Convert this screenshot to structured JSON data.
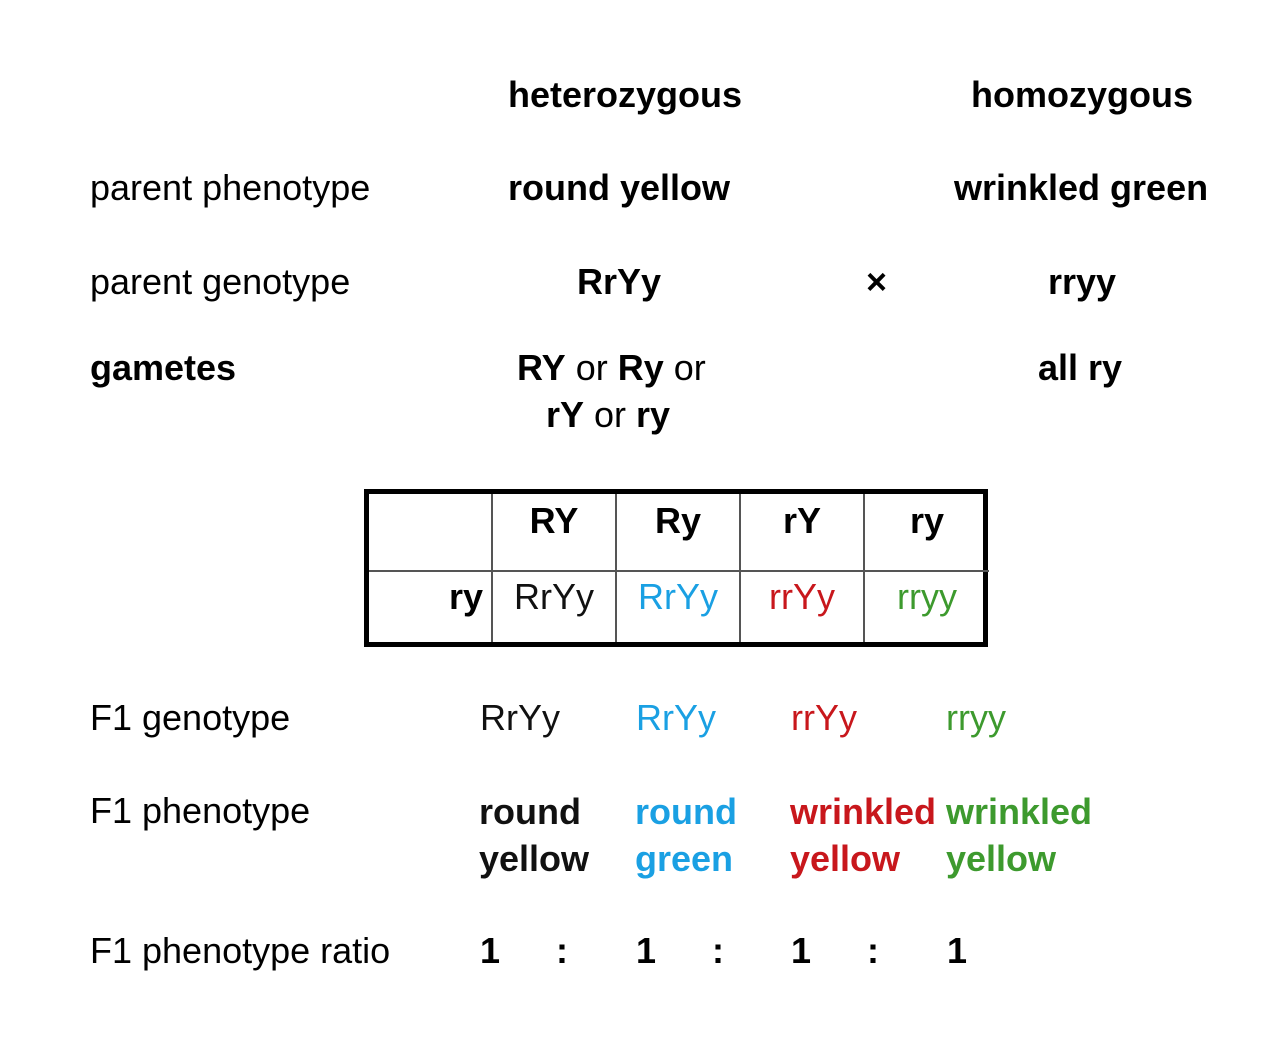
{
  "colors": {
    "black": "#111111",
    "blue": "#1aa0e3",
    "red": "#c8171c",
    "green": "#3d9a2e"
  },
  "header": {
    "col1": "heterozygous",
    "col2": "homozygous"
  },
  "parent_phenotype": {
    "label": "parent phenotype",
    "p1": "round yellow",
    "p2": "wrinkled green"
  },
  "parent_genotype": {
    "label": "parent genotype",
    "p1": "RrYy",
    "cross": "×",
    "p2": "rryy"
  },
  "gametes": {
    "label": "gametes",
    "p1": [
      [
        "RY",
        " or ",
        "Ry",
        " or"
      ],
      [
        "rY",
        " or ",
        "ry"
      ]
    ],
    "p2": "all ry"
  },
  "punnett": {
    "col_headers": [
      "RY",
      "Ry",
      "rY",
      "ry"
    ],
    "row_header": "ry",
    "cells": [
      "RrYy",
      "RrYy",
      "rrYy",
      "rryy"
    ]
  },
  "f1_genotype": {
    "label": "F1 genotype",
    "values": [
      "RrYy",
      "RrYy",
      "rrYy",
      "rryy"
    ]
  },
  "f1_phenotype": {
    "label": "F1 phenotype",
    "values": [
      [
        "round",
        "yellow"
      ],
      [
        "round",
        "green"
      ],
      [
        "wrinkled",
        "yellow"
      ],
      [
        "wrinkled",
        "yellow"
      ]
    ]
  },
  "f1_ratio": {
    "label": "F1 phenotype ratio",
    "values": [
      "1",
      "1",
      "1",
      "1"
    ],
    "separator": ":"
  }
}
